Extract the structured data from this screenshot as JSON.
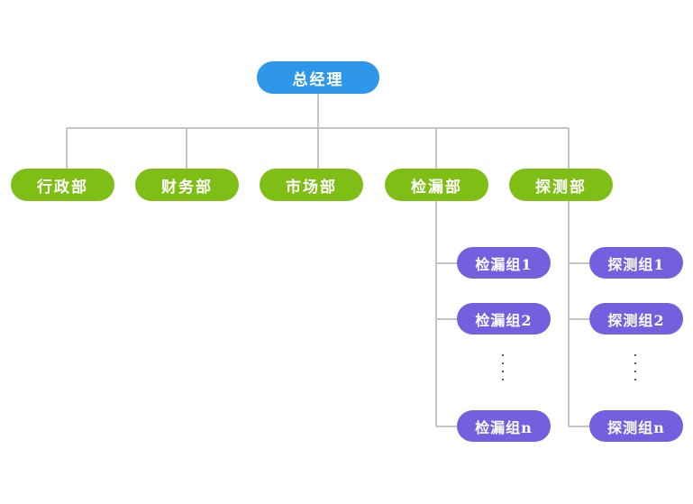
{
  "root": {
    "label": "总经理"
  },
  "departments": [
    {
      "label": "行政部"
    },
    {
      "label": "财务部"
    },
    {
      "label": "市场部"
    },
    {
      "label": "检漏部"
    },
    {
      "label": "探测部"
    }
  ],
  "leak_detection_groups": [
    {
      "label": "检漏组1"
    },
    {
      "label": "检漏组2"
    },
    {
      "label": "检漏组n"
    }
  ],
  "probe_groups": [
    {
      "label": "探测组1"
    },
    {
      "label": "探测组2"
    },
    {
      "label": "探测组n"
    }
  ],
  "colors": {
    "root": "#2f97ea",
    "department": "#7fbe15",
    "group": "#7360df",
    "connector": "#c4c4c4"
  }
}
